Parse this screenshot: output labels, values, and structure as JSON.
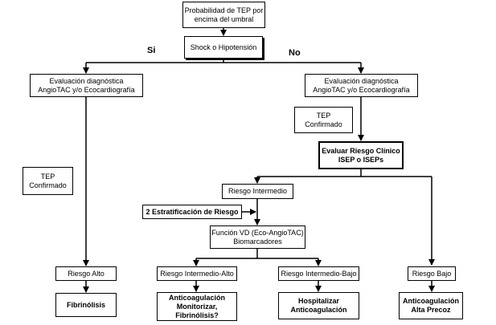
{
  "labels": {
    "yes": "Si",
    "no": "No"
  },
  "nodes": {
    "threshold": [
      "Probabilidad de TEP por",
      "encima del umbral"
    ],
    "shock": [
      "Shock o Hipotensión"
    ],
    "eval_left": [
      "Evaluación diagnóstica",
      "AngioTAC y/o Ecocardiografía"
    ],
    "eval_right": [
      "Evaluación diagnóstica",
      "AngioTAC y/o Ecocardiografía"
    ],
    "confirmed_right": [
      "TEP",
      "Confirmado"
    ],
    "confirmed_left": [
      "TEP",
      "Confirmado"
    ],
    "clinical_risk": [
      "Evaluar Riesgo Clínico",
      "ISEP o ISEPs"
    ],
    "intermediate": [
      "Riesgo Intermedio"
    ],
    "stratification": [
      "2 Estratificación de Riesgo"
    ],
    "rv_function": [
      "Función VD (Eco-AngioTAC)",
      "Biomarcadores"
    ],
    "high_risk": [
      "Riesgo Alto"
    ],
    "int_high": [
      "Riesgo Intermedio-Alto"
    ],
    "int_low": [
      "Riesgo Intermedio-Bajo"
    ],
    "low_risk": [
      "Riesgo Bajo"
    ],
    "fibrinolysis": [
      "Fibrinólisis"
    ],
    "anticoag_monitor": [
      "Anticoagulación",
      "Monitorizar,",
      "Fibrinólisis?"
    ],
    "hospitalize": [
      "Hospitalizar",
      "Anticoagulación"
    ],
    "early_discharge": [
      "Anticoagulación",
      "Alta Precoz"
    ]
  }
}
